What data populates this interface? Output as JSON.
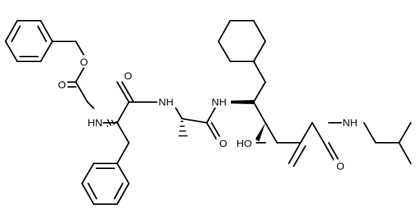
{
  "atom_labels": {
    "ester_oxygen": "O",
    "carbamate_carbonyl_oxygen": "O",
    "carbamate_nitrogen": "HN",
    "phe_carbonyl_oxygen": "O",
    "ala_nitrogen": "NH",
    "ala_carbonyl_oxygen": "O",
    "central_nitrogen": "NH",
    "hydroxyl": "HO",
    "amide_carbonyl_oxygen": "O",
    "isobutylamide_nitrogen": "NH"
  },
  "colors": {
    "bonds": "#000000",
    "labels": "#000000",
    "background": "#ffffff"
  }
}
